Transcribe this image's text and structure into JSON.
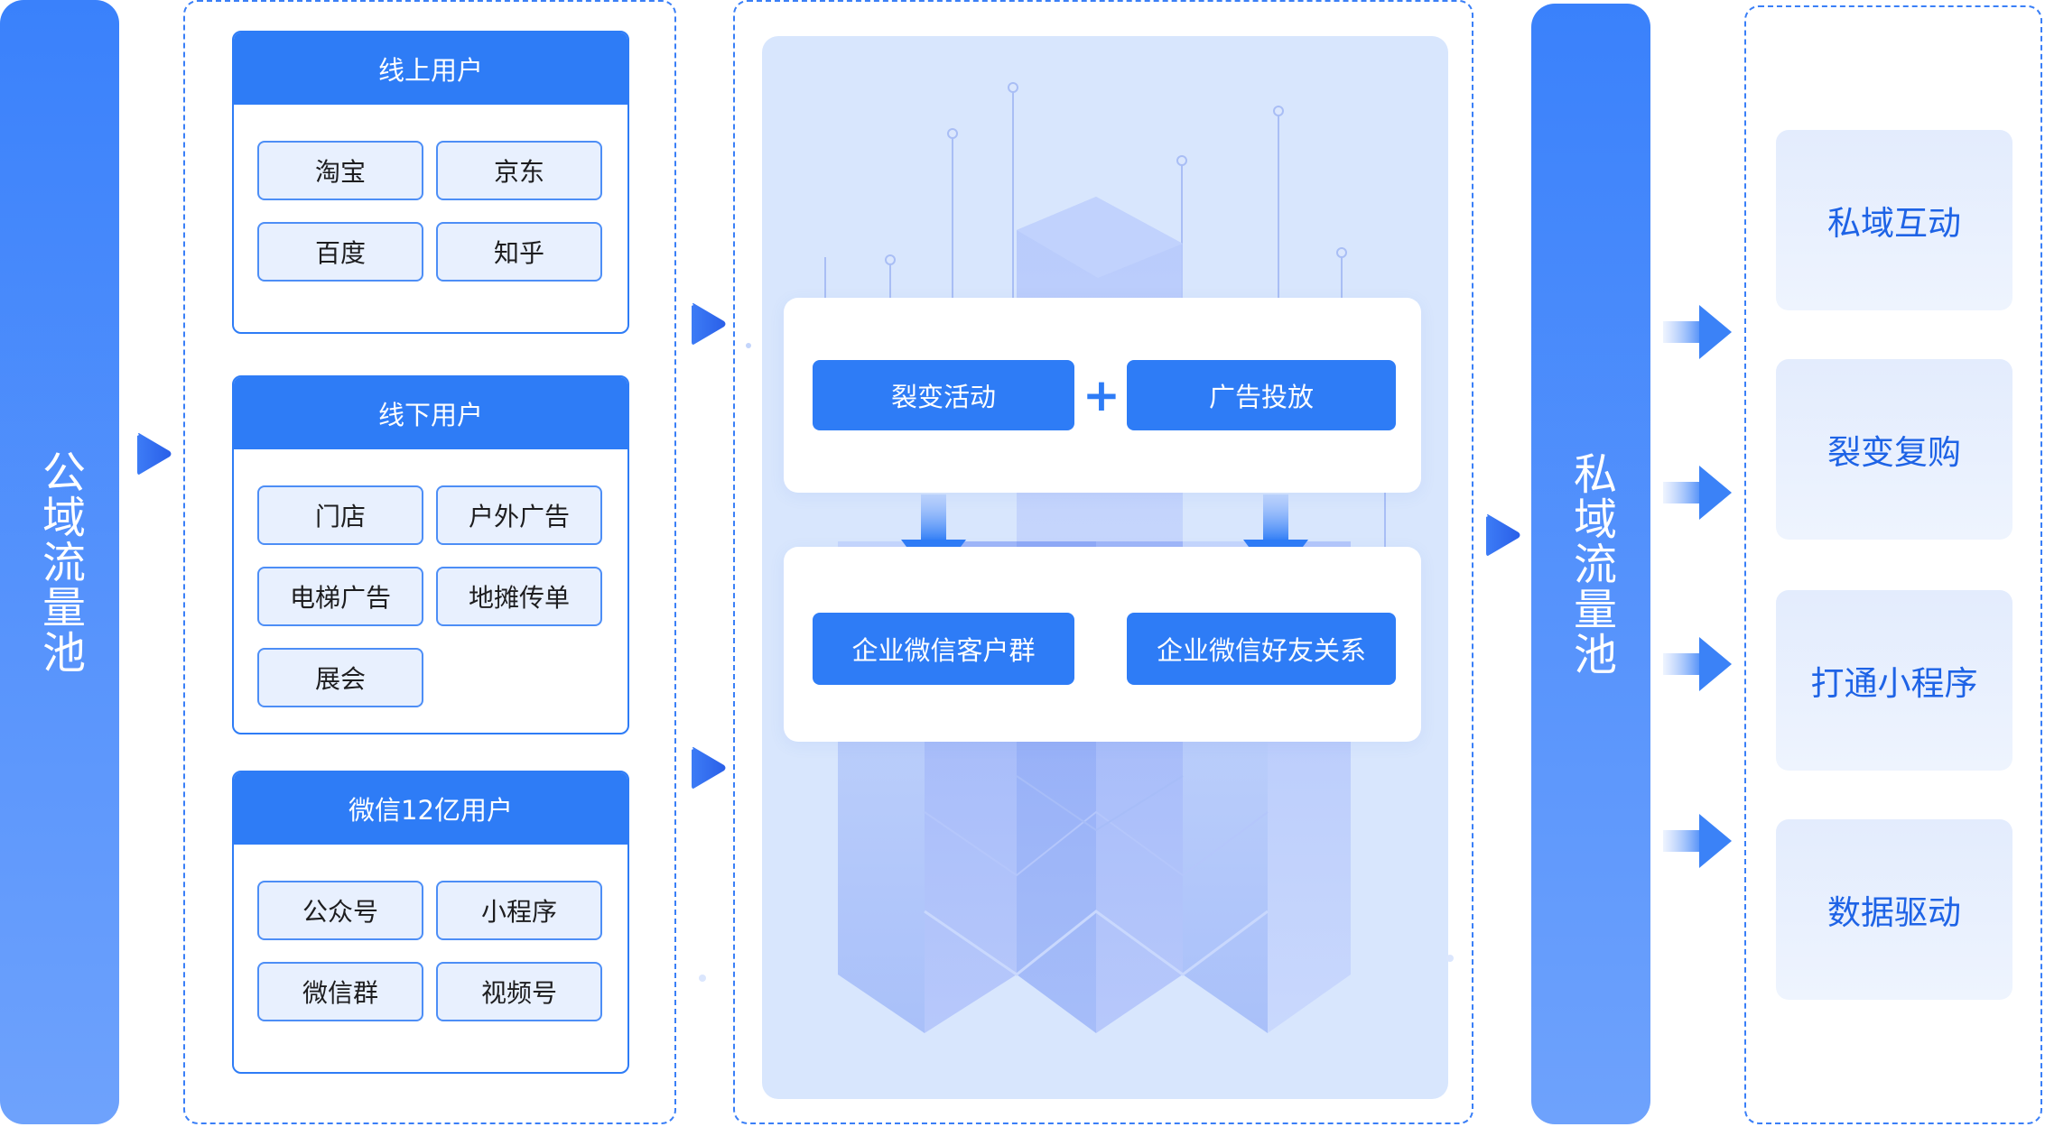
{
  "public_pool": {
    "label": "公域流量池"
  },
  "private_pool": {
    "label": "私域流量池"
  },
  "groups": [
    {
      "title": "线上用户",
      "items": [
        "淘宝",
        "京东",
        "百度",
        "知乎"
      ]
    },
    {
      "title": "线下用户",
      "items": [
        "门店",
        "户外广告",
        "电梯广告",
        "地摊传单",
        "展会"
      ]
    },
    {
      "title": "微信12亿用户",
      "items": [
        "公众号",
        "小程序",
        "微信群",
        "视频号"
      ]
    }
  ],
  "center": {
    "actions": [
      "裂变活动",
      "广告投放"
    ],
    "plus": "+",
    "targets": [
      "企业微信客户群",
      "企业微信好友关系"
    ]
  },
  "outcomes": [
    "私域互动",
    "裂变复购",
    "打通小程序",
    "数据驱动"
  ],
  "colors": {
    "primary": "#2e7cf6",
    "pillar_top": "#3a81fb",
    "pillar_bottom": "#6ea2fc",
    "panel_bg": "#d8e6fd",
    "chip_bg": "#e8f0fe",
    "outcome_text": "#1e63e6"
  }
}
